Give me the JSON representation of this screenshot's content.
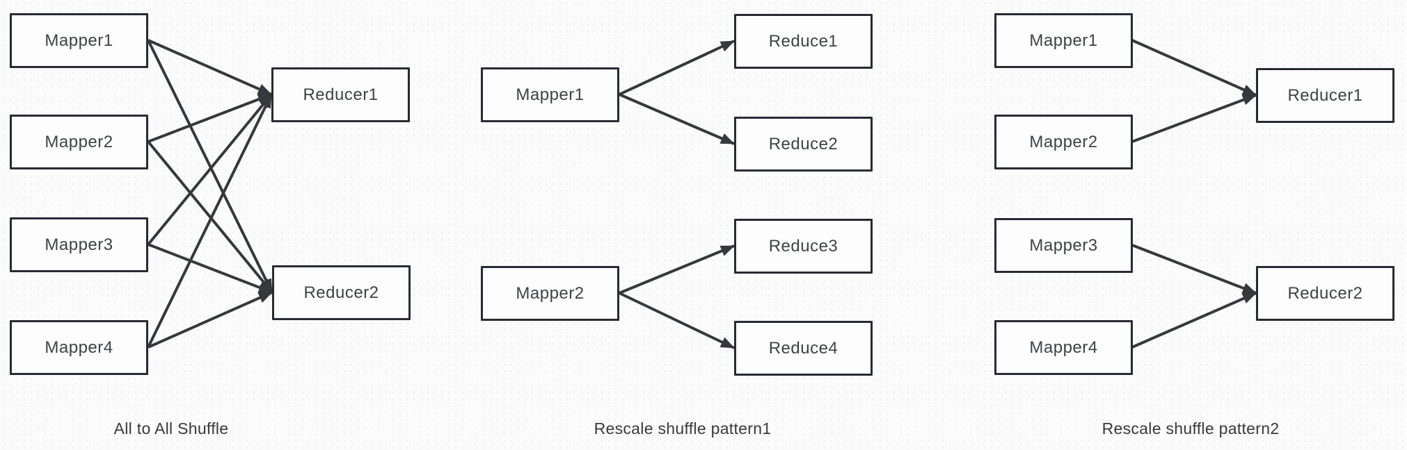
{
  "style": {
    "background_color": "#fbfbfb",
    "node_border_color": "#262b33",
    "node_fill_color": "#fdfdfd",
    "node_text_color": "#3f4245",
    "arrow_color": "#35383c",
    "caption_color": "#3a3a3a"
  },
  "diagrams": [
    {
      "caption": "All to All Shuffle",
      "nodes": {
        "mapper1": "Mapper1",
        "mapper2": "Mapper2",
        "mapper3": "Mapper3",
        "mapper4": "Mapper4",
        "reducer1": "Reducer1",
        "reducer2": "Reducer2"
      },
      "edges": [
        "Mapper1→Reducer1",
        "Mapper1→Reducer2",
        "Mapper2→Reducer1",
        "Mapper2→Reducer2",
        "Mapper3→Reducer1",
        "Mapper3→Reducer2",
        "Mapper4→Reducer1",
        "Mapper4→Reducer2"
      ]
    },
    {
      "caption": "Rescale shuffle pattern1",
      "nodes": {
        "mapper1": "Mapper1",
        "mapper2": "Mapper2",
        "reduce1": "Reduce1",
        "reduce2": "Reduce2",
        "reduce3": "Reduce3",
        "reduce4": "Reduce4"
      },
      "edges": [
        "Mapper1→Reduce1",
        "Mapper1→Reduce2",
        "Mapper2→Reduce3",
        "Mapper2→Reduce4"
      ]
    },
    {
      "caption": "Rescale shuffle pattern2",
      "nodes": {
        "mapper1": "Mapper1",
        "mapper2": "Mapper2",
        "mapper3": "Mapper3",
        "mapper4": "Mapper4",
        "reducer1": "Reducer1",
        "reducer2": "Reducer2"
      },
      "edges": [
        "Mapper1→Reducer1",
        "Mapper2→Reducer1",
        "Mapper3→Reducer2",
        "Mapper4→Reducer2"
      ]
    }
  ]
}
